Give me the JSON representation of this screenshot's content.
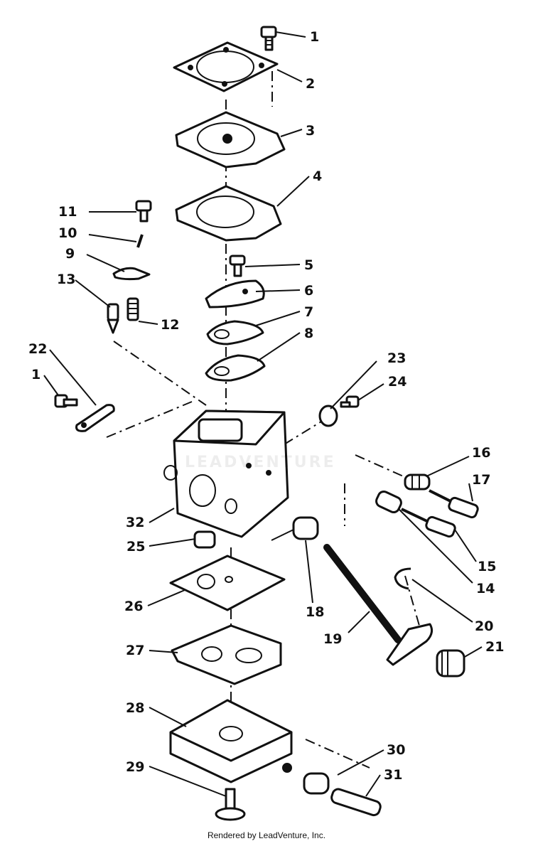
{
  "diagram": {
    "callouts": [
      "1",
      "2",
      "3",
      "4",
      "5",
      "6",
      "7",
      "8",
      "9",
      "10",
      "11",
      "12",
      "13",
      "14",
      "15",
      "16",
      "17",
      "18",
      "19",
      "20",
      "21",
      "22",
      "23",
      "24",
      "25",
      "26",
      "27",
      "28",
      "29",
      "30",
      "31",
      "32",
      "1"
    ],
    "watermark": "LEADVENTURE"
  },
  "footer": {
    "text": "Rendered by LeadVenture, Inc."
  }
}
